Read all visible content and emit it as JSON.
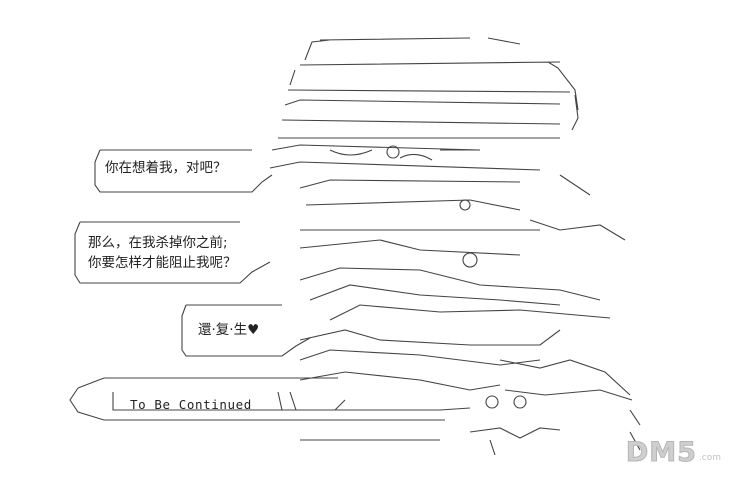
{
  "dialogue": {
    "bubble_1": [
      "你在想着我，对吧？"
    ],
    "bubble_2": [
      "那么，在我杀掉你之前;",
      "你要怎样才能阻止我呢？"
    ],
    "bubble_3": [
      "還·复·生♥"
    ]
  },
  "caption": "To  Be   Continued",
  "watermark": {
    "logo": "DM5",
    "domain": ".com"
  }
}
